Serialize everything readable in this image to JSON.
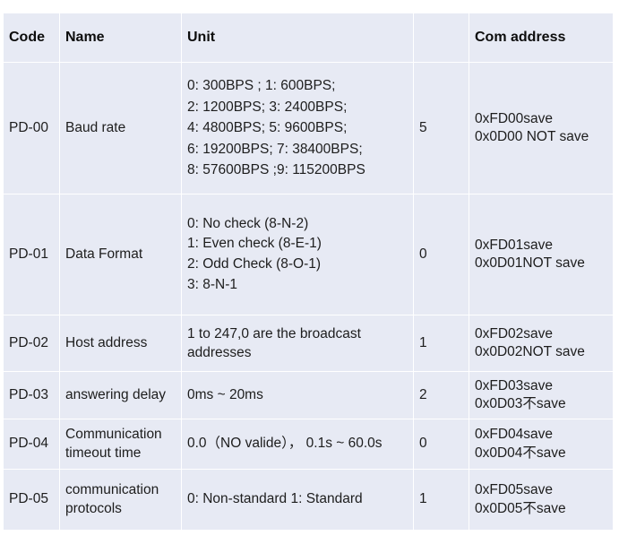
{
  "table": {
    "headers": [
      {
        "label": "Code"
      },
      {
        "label": "Name"
      },
      {
        "label": "Unit"
      },
      {
        "label": ""
      },
      {
        "label": "Com address"
      }
    ],
    "rows": [
      {
        "code": "PD-00",
        "name": "Baud rate",
        "unit": "0:  300BPS ;   1:   600BPS;\n2:  1200BPS;  3:  2400BPS;\n4:  4800BPS;  5:  9600BPS;\n6:  19200BPS; 7:  38400BPS;\n8:  57600BPS ;9:  115200BPS",
        "value": "5",
        "com_address": "0xFD00save\n0x0D00 NOT save"
      },
      {
        "code": "PD-01",
        "name": "Data Format",
        "unit": "0: No check (8-N-2)\n1: Even check (8-E-1)\n2: Odd Check (8-O-1)\n3: 8-N-1",
        "value": "0",
        "com_address": "0xFD01save\n0x0D01NOT save"
      },
      {
        "code": "PD-02",
        "name": "Host address",
        "unit": "1 to 247,0 are the broadcast addresses",
        "value": "1",
        "com_address": "0xFD02save\n0x0D02NOT save"
      },
      {
        "code": "PD-03",
        "name": "answering delay",
        "unit": "0ms ~ 20ms",
        "value": "2",
        "com_address": "0xFD03save\n0x0D03不save"
      },
      {
        "code": "PD-04",
        "name": "Communication timeout time",
        "unit": "0.0（NO valide）， 0.1s ~ 60.0s",
        "value": "0",
        "com_address": "0xFD04save\n0x0D04不save"
      },
      {
        "code": "PD-05",
        "name": "communication protocols",
        "unit": "0: Non-standard 1: Standard",
        "value": "1",
        "com_address": "0xFD05save\n0x0D05不save"
      }
    ]
  },
  "colors": {
    "cell_background": "#e7eaf4",
    "page_background": "#ffffff",
    "text": "#1d1d1d"
  }
}
